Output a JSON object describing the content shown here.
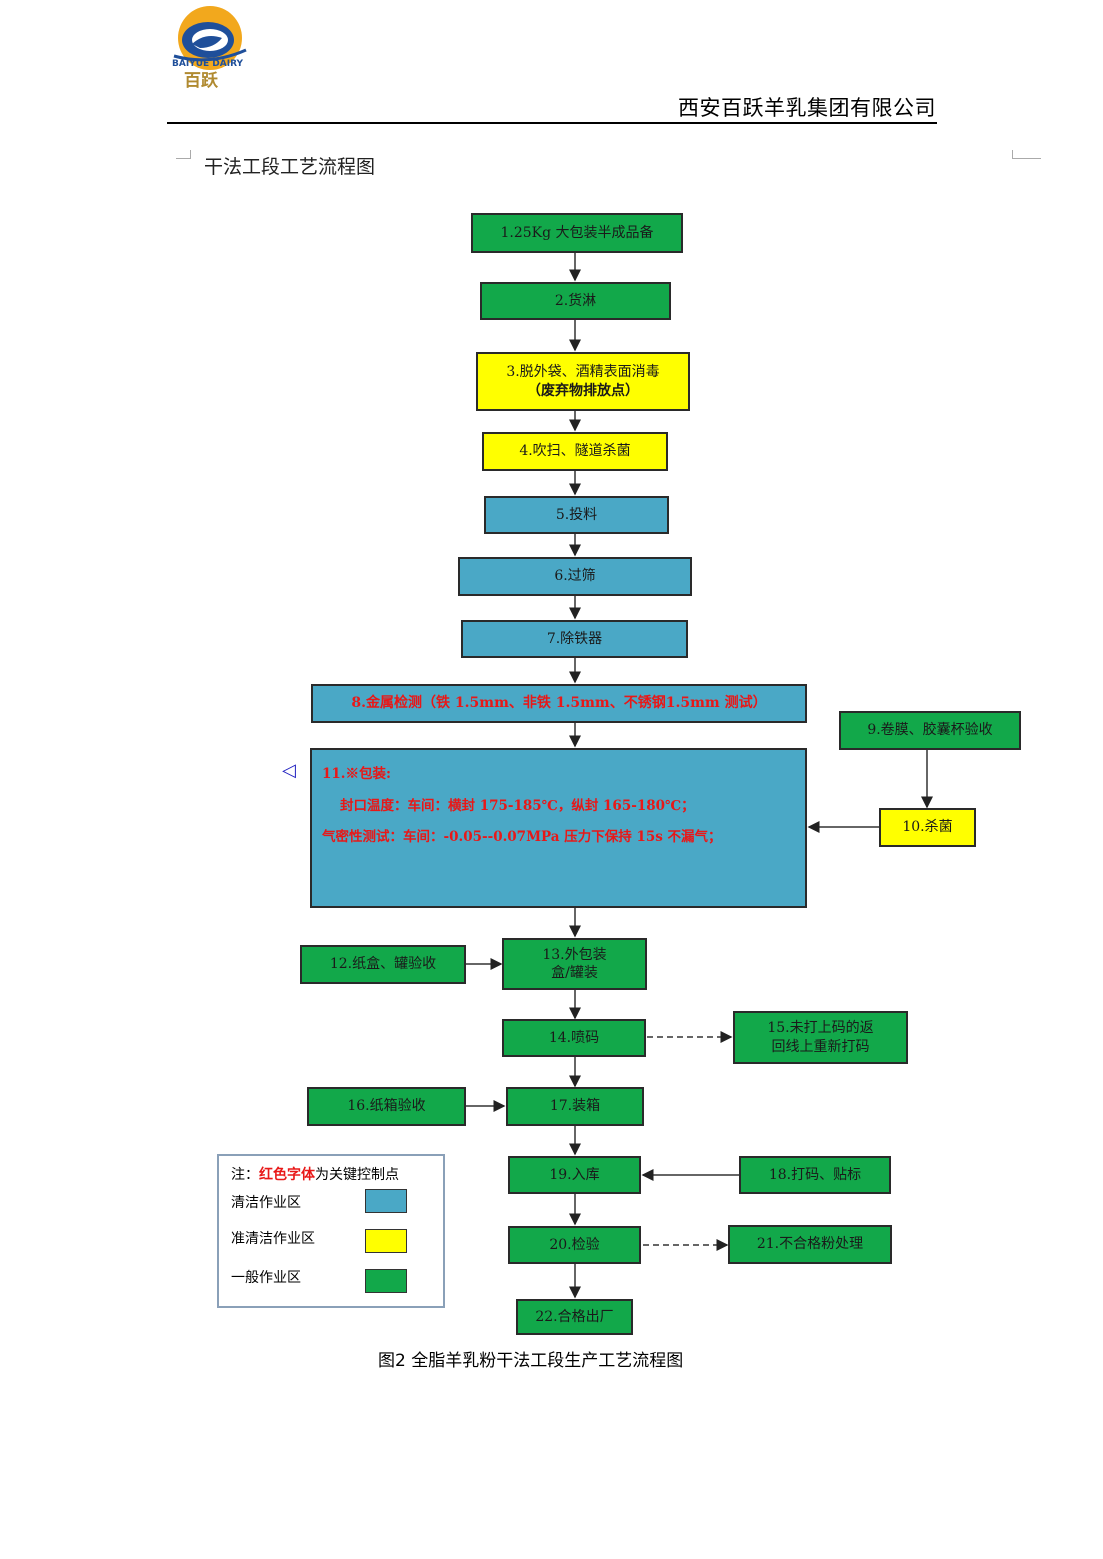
{
  "header": {
    "logo_text_en": "BAIYUE DAIRY",
    "logo_text_cn": "百跃",
    "company_name": "西安百跃羊乳集团有限公司",
    "section_title": "干法工段工艺流程图"
  },
  "colors": {
    "clean_zone": "#4aa8c6",
    "semi_clean_zone": "#ffff00",
    "general_zone": "#12a84a",
    "critical_text": "#e81818"
  },
  "steps": {
    "s1": "1.25Kg 大包装半成品备",
    "s2": "2.货淋",
    "s3_line1": "3.脱外袋、酒精表面消毒",
    "s3_line2": "（废弃物排放点）",
    "s4": "4.吹扫、隧道杀菌",
    "s5": "5.投料",
    "s6": "6.过筛",
    "s7": "7.除铁器",
    "s8": "8.金属检测（铁 1.5mm、非铁 1.5mm、不锈钢1.5mm 测试）",
    "s9": "9.卷膜、胶囊杯验收",
    "s10": "10.杀菌",
    "s11_line1": "11.※包装:",
    "s11_line2": "封口温度：车间：横封 175-185℃，纵封 165-180℃；",
    "s11_line3": "气密性测试：车间：-0.05--0.07MPa 压力下保持 15s 不漏气；",
    "s12": "12.纸盒、罐验收",
    "s13_line1": "13.外包装",
    "s13_line2": "盒/罐装",
    "s14": "14.喷码",
    "s15_line1": "15.未打上码的返",
    "s15_line2": "回线上重新打码",
    "s16": "16.纸箱验收",
    "s17": "17.装箱",
    "s18": "18.打码、贴标",
    "s19": "19.入库",
    "s20": "20.检验",
    "s21": "21.不合格粉处理",
    "s22": "22.合格出厂"
  },
  "legend": {
    "note_prefix": "注：",
    "note_red": "红色字体",
    "note_suffix": "为关键控制点",
    "items": [
      {
        "label": "清洁作业区"
      },
      {
        "label": "准清洁作业区"
      },
      {
        "label": "一般作业区"
      }
    ]
  },
  "caption": "图2 全脂羊乳粉干法工段生产工艺流程图"
}
